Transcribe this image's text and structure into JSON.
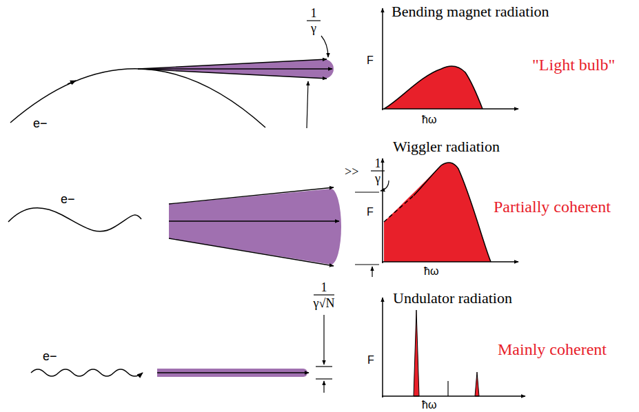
{
  "diagram": {
    "labels": [
      "1",
      "γ",
      "Bending magnet radiation",
      "F",
      "ħω",
      "\"Light bulb\"",
      "e−",
      ">>",
      "1",
      "γ",
      "Wiggler radiation",
      "F",
      "ħω",
      "Partially coherent",
      "e−",
      "1",
      "γ√N",
      "Undulator radiation",
      "F",
      "ħω",
      "Mainly coherent",
      "e−"
    ]
  }
}
